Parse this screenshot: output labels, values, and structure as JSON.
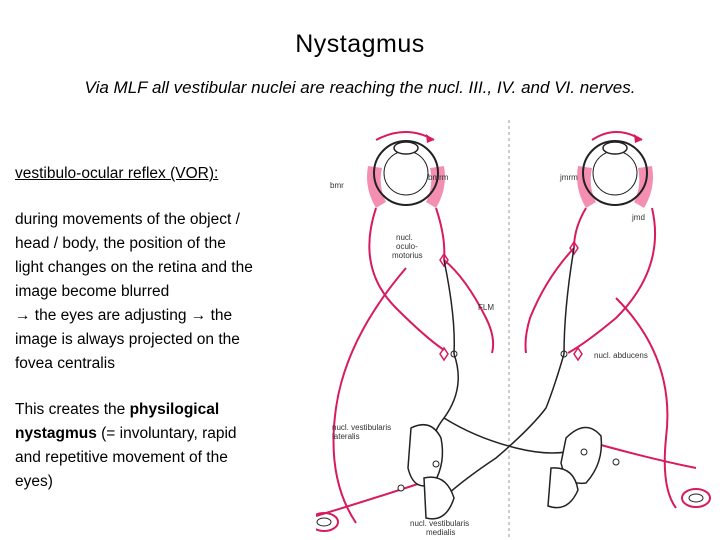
{
  "title": "Nystagmus",
  "subtitle": "Via MLF all vestibular nuclei are reaching the  nucl. III., IV. and VI. nerves.",
  "body": {
    "vor_heading": "vestibulo-ocular reflex (VOR):",
    "para1_line1": "during movements of the object /",
    "para1_line2": "head / body, the position of the",
    "para1_line3": "light changes on the retina and the",
    "para1_line4": "image become blurred",
    "para1_line5": " the eyes are adjusting ",
    "para1_line5_end": " the",
    "para1_line6": "image is always projected on the",
    "para1_line7": "fovea centralis",
    "arrow_glyph": "→",
    "para2_line1_pre": "This creates the ",
    "para2_line1_bold": "physilogical",
    "para2_line2_bold": "nystagmus",
    "para2_line2_post": " (=  involuntary, rapid",
    "para2_line3": "and repetitive movement of the",
    "para2_line4": "eyes)"
  },
  "diagram": {
    "labels": {
      "bmr": "bmr",
      "bmrm": "bmrm",
      "jmrm": "jmrm",
      "jmd": "jmd",
      "nucl_oculomotorius_1": "nucl.",
      "nucl_oculomotorius_2": "oculo-",
      "nucl_oculomotorius_3": "motorius",
      "flm": "FLM",
      "nucl_abducens": "nucl. abducens",
      "nucl_vest_lat_1": "nucl. vestibularis",
      "nucl_vest_lat_2": "lateralis",
      "nucl_vest_med_1": "nucl. vestibularis",
      "nucl_vest_med_2": "medialis"
    },
    "colors": {
      "pathway": "#d81b60",
      "eye_muscle": "#f48fb1",
      "line": "#222222"
    }
  }
}
